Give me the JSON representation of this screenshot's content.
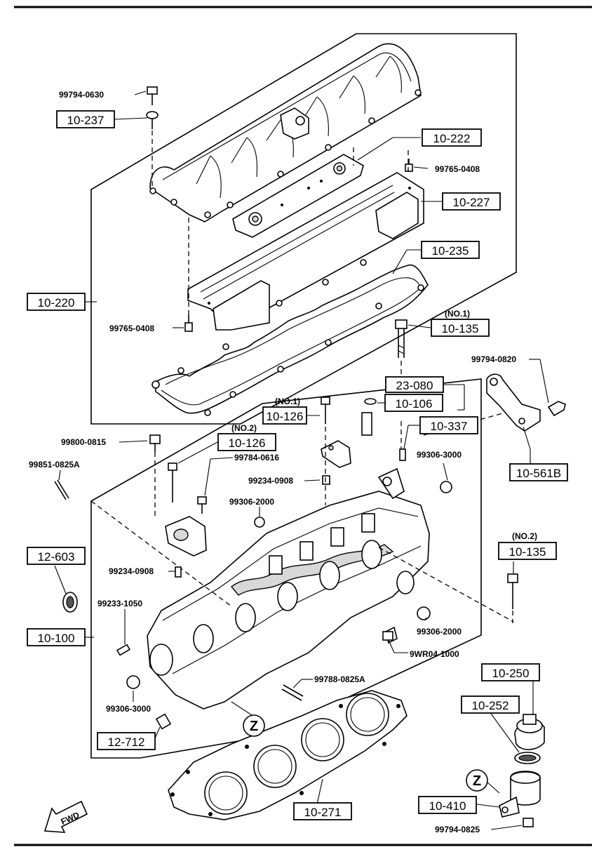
{
  "boxed_labels": {
    "l_10_237": "10-237",
    "l_10_222": "10-222",
    "l_10_227": "10-227",
    "l_10_235": "10-235",
    "l_10_220": "10-220",
    "l_10_135a": "10-135",
    "l_23_080": "23-080",
    "l_10_106": "10-106",
    "l_10_126a": "10-126",
    "l_10_337": "10-337",
    "l_10_126b": "10-126",
    "l_10_561b": "10-561B",
    "l_12_603": "12-603",
    "l_10_135b": "10-135",
    "l_10_100": "10-100",
    "l_10_250": "10-250",
    "l_10_252": "10-252",
    "l_12_712": "12-712",
    "l_10_410": "10-410",
    "l_10_271": "10-271"
  },
  "part_numbers": {
    "p_99794_0630": "99794-0630",
    "p_99765_0408a": "99765-0408",
    "p_99765_0408b": "99765-0408",
    "p_99794_0820": "99794-0820",
    "p_99800_0815": "99800-0815",
    "p_99784_0616": "99784-0616",
    "p_99306_3000a": "99306-3000",
    "p_99851_0825a": "99851-0825A",
    "p_99234_0908a": "99234-0908",
    "p_99306_2000a": "99306-2000",
    "p_99234_0908b": "99234-0908",
    "p_99233_1050": "99233-1050",
    "p_99306_2000b": "99306-2000",
    "p_9wr04_1000": "9WR04-1000",
    "p_99788_0825a": "99788-0825A",
    "p_99306_3000b": "99306-3000",
    "p_99794_0825": "99794-0825"
  },
  "notes": {
    "no1_a": "(NO.1)",
    "no1_b": "(NO.1)",
    "no2_a": "(NO.2)",
    "no2_b": "(NO.2)",
    "z_a": "Z",
    "z_b": "Z",
    "fwd": "FWD"
  }
}
